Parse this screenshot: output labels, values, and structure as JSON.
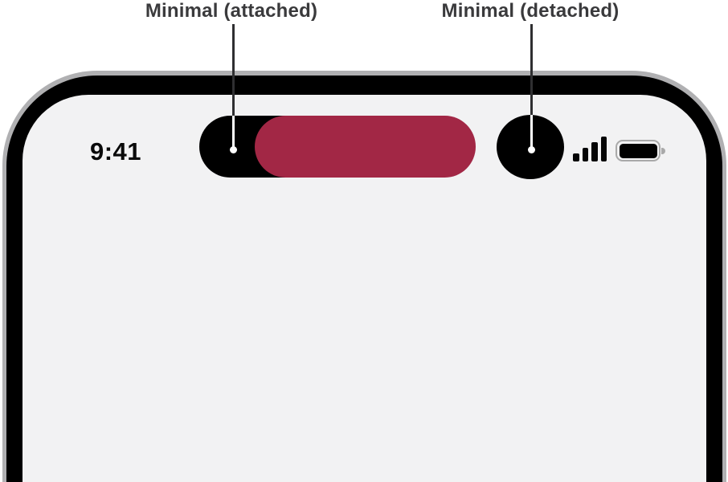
{
  "figure": {
    "description_labels": {
      "attached_label": "Minimal (attached)",
      "detached_label": "Minimal (detached)"
    },
    "status_bar": {
      "time": "9:41",
      "signal_icon": "cellular-signal-icon",
      "signal_bars_shown": 4,
      "battery_icon": "battery-icon",
      "battery_level": "full"
    },
    "dynamic_island": {
      "attached_element": "black-pill-with-red-live-activity",
      "detached_element": "black-circle"
    },
    "colors": {
      "accent-red": "#A22745",
      "island-black": "#000000",
      "bezel-black": "#000000",
      "frame-gray": "#B0B0B2",
      "screen": "#F2F2F3",
      "label-text": "#3A3A3C",
      "leader-line": "#2F2F31",
      "battery-outline": "#A9A9A9"
    }
  }
}
